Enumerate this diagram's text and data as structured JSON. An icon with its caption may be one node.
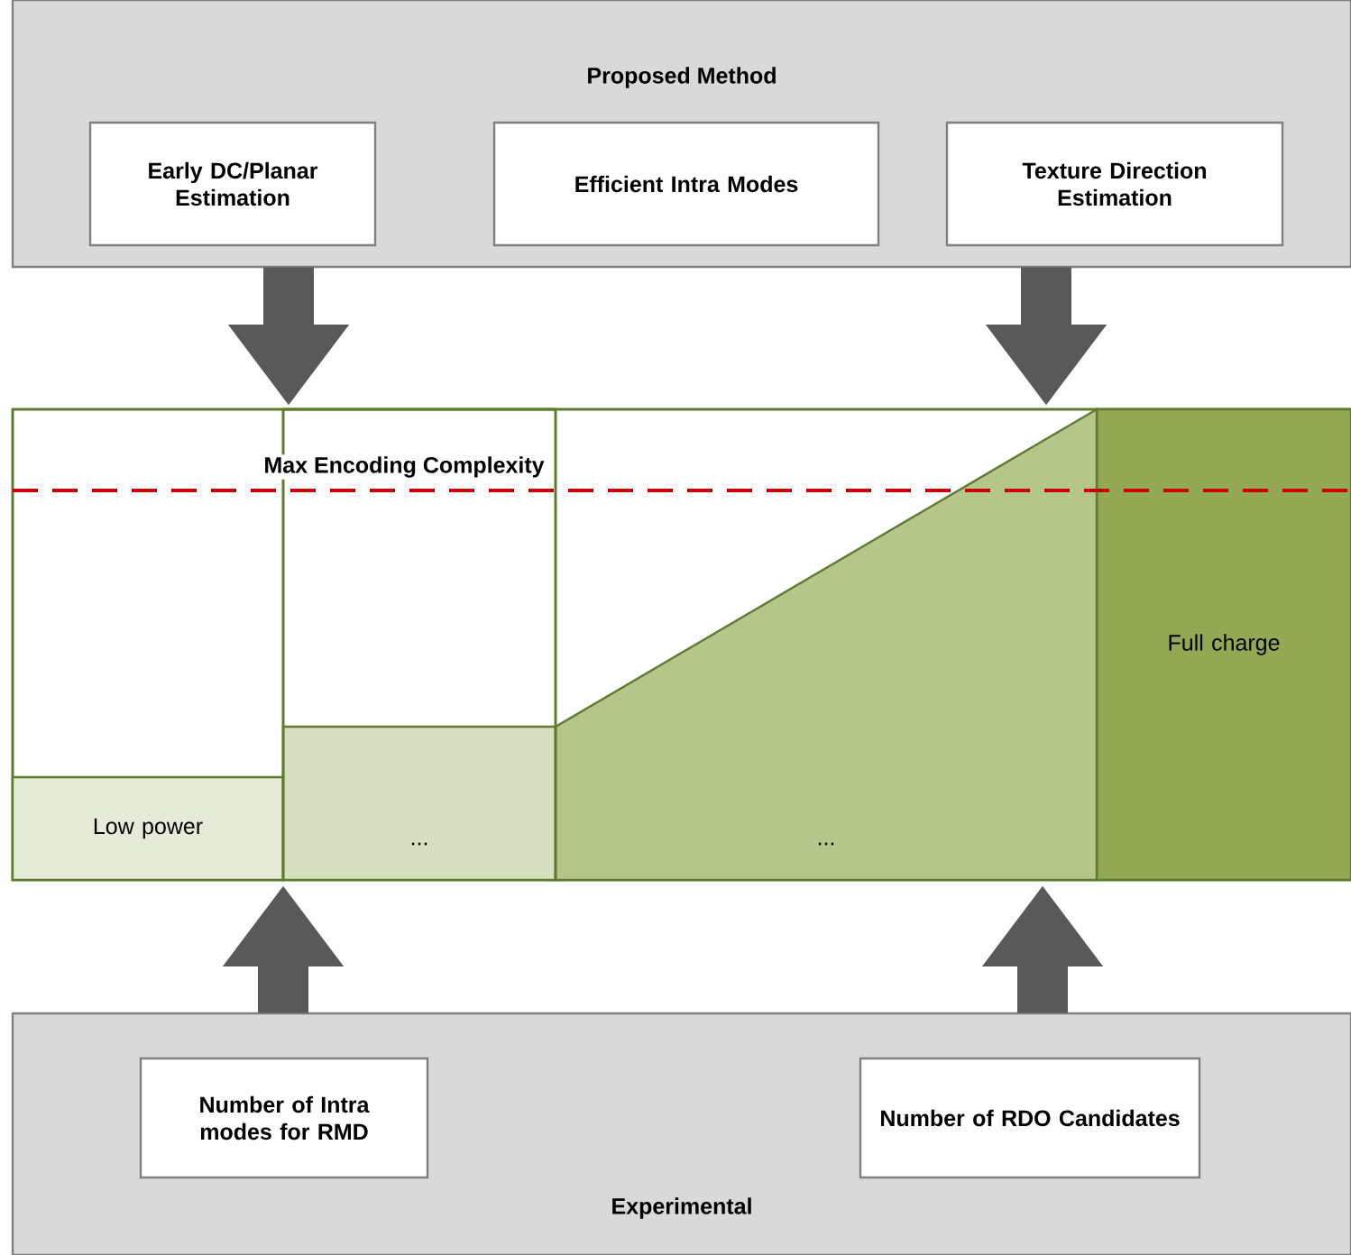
{
  "diagram": {
    "nodes": [
      {
        "text": [
          "Proposed Method"
        ]
      },
      {
        "text": [
          "Early DC/Planar Estimation"
        ],
        "in": 0
      },
      {
        "text": [
          "Efficient Intra Modes"
        ],
        "in": 0
      },
      {
        "text": [
          "Texture Direction Estimation"
        ],
        "in": 0
      },
      {
        "text": [
          "Low power"
        ]
      },
      {
        "text": [
          "..."
        ]
      },
      {
        "text": [
          "..."
        ]
      },
      {
        "text": [
          "Full charge"
        ]
      },
      {
        "text": [
          "Experimental"
        ]
      },
      {
        "text": [
          "Number of Intra modes for RMD"
        ],
        "in": 8
      },
      {
        "text": [
          "Number of RDO Candidates"
        ],
        "in": 8
      }
    ],
    "edges": [
      {
        "from": 0,
        "to": null,
        "arrow": "to"
      },
      {
        "from": 0,
        "to": null,
        "arrow": "to"
      },
      {
        "from": 8,
        "to": null,
        "arrow": "to"
      },
      {
        "from": 8,
        "to": null,
        "arrow": "to"
      }
    ],
    "labels": [
      "Max Encoding Complexity"
    ]
  }
}
